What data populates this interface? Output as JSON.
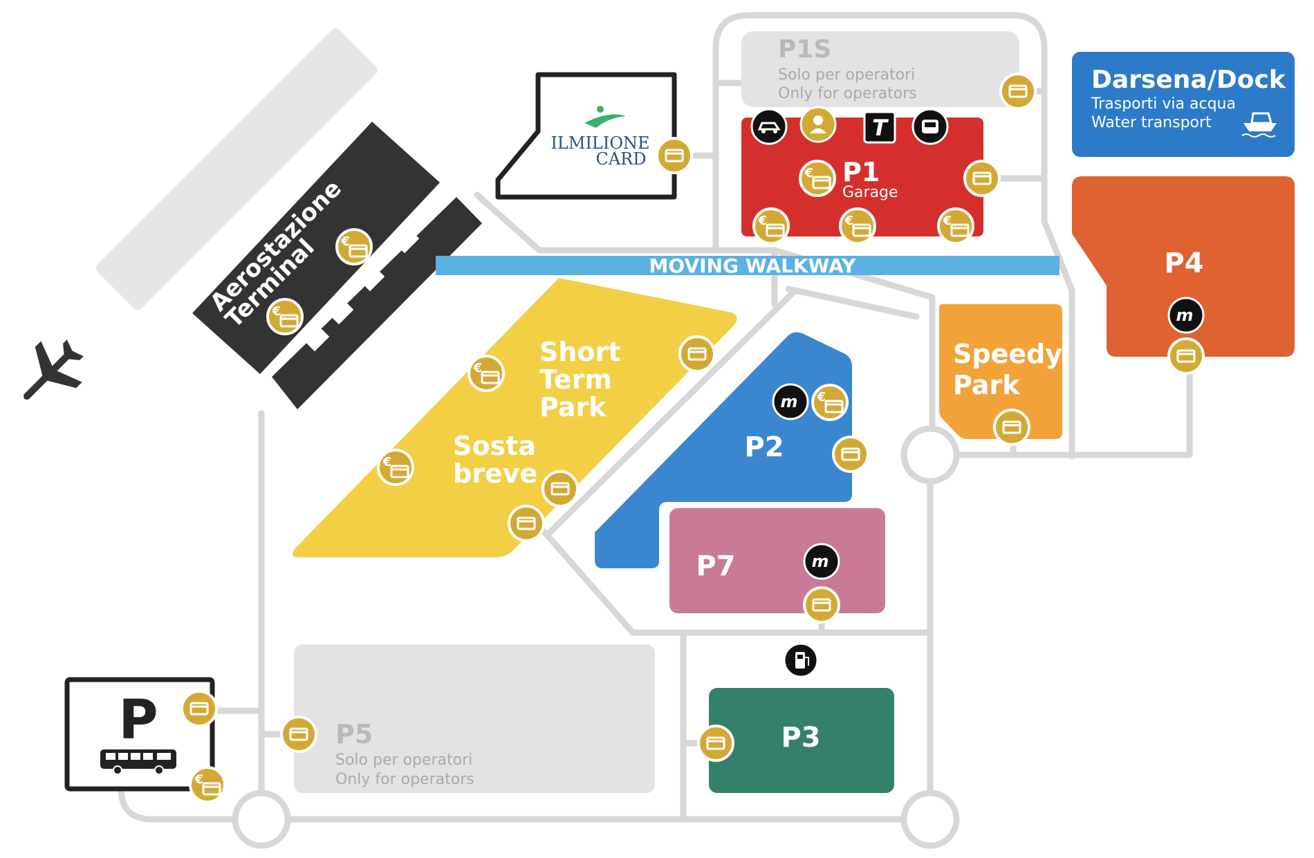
{
  "colors": {
    "road": "#d7d7d7",
    "terminal": "#333333",
    "runway": "#e6e6e6",
    "p1": "#d42f2c",
    "p1s": "#e3e3e3",
    "p2": "#3a87d0",
    "p3": "#35806a",
    "p4": "#df6232",
    "p5": "#e3e3e3",
    "p7": "#c97a95",
    "short_term": "#f2cf45",
    "speedy": "#f1a33a",
    "darsena": "#2d7bc8",
    "moving_walkway": "#5bb1e2",
    "payment": "#d3a936"
  },
  "terminal": {
    "line1": "Aerostazione",
    "line2": "Terminal",
    "icon": "airplane-icon"
  },
  "ilmilione": {
    "line1": "ILMILIONE",
    "line2": "CARD"
  },
  "p1s": {
    "name": "P1S",
    "it": "Solo per operatori",
    "en": "Only for operators"
  },
  "p1": {
    "name": "P1",
    "sub": "Garage",
    "icons": [
      "car-rental-icon",
      "person-icon",
      "taxi-icon",
      "bus-front-icon"
    ],
    "taxi_letter": "T"
  },
  "darsena": {
    "name": "Darsena/Dock",
    "it": "Trasporti via acqua",
    "en": "Water transport",
    "icon": "boat-icon"
  },
  "walkway": {
    "label": "MOVING WALKWAY"
  },
  "short_term": {
    "en1": "Short",
    "en2": "Term",
    "en3": "Park",
    "it1": "Sosta",
    "it2": "breve"
  },
  "p2": {
    "name": "P2"
  },
  "speedy": {
    "line1": "Speedy",
    "line2": "Park"
  },
  "p4": {
    "name": "P4"
  },
  "p7": {
    "name": "P7"
  },
  "p3": {
    "name": "P3"
  },
  "p5": {
    "name": "P5",
    "it": "Solo per operatori",
    "en": "Only for operators"
  },
  "bus_parking": {
    "letter": "P",
    "icon": "bus-icon"
  },
  "badges": {
    "telepass": "m",
    "fuel_icon": "fuel-pump-icon"
  }
}
